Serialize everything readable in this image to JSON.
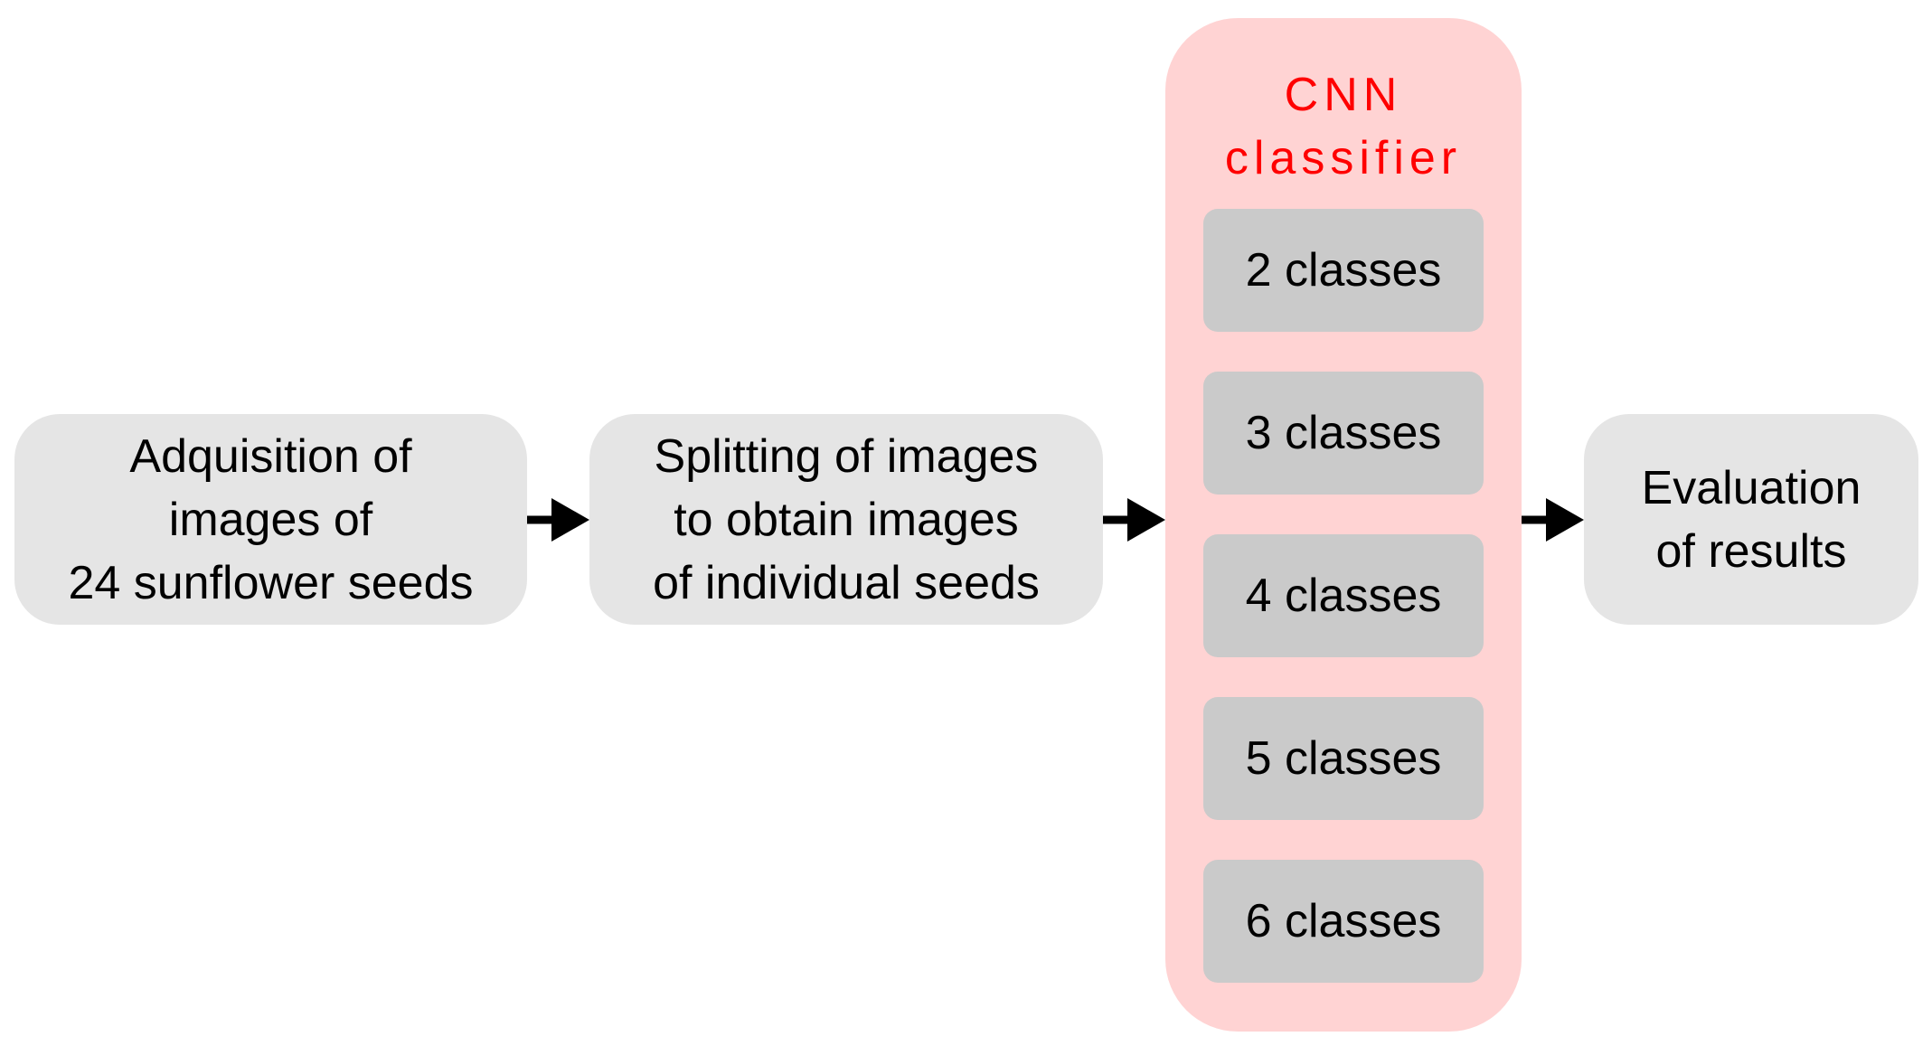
{
  "steps": {
    "acquisition": {
      "lines": [
        "Adquisition of",
        "images of",
        "24 sunflower seeds"
      ]
    },
    "splitting": {
      "lines": [
        "Splitting of images",
        "to obtain images",
        "of individual seeds"
      ]
    },
    "evaluation": {
      "lines": [
        "Evaluation",
        "of results"
      ]
    }
  },
  "cnn": {
    "title_lines": [
      "CNN",
      "classifier"
    ],
    "options": [
      "2 classes",
      "3 classes",
      "4 classes",
      "5 classes",
      "6 classes"
    ]
  },
  "colors": {
    "step_box": "#e5e5e5",
    "cnn_panel": "#ffd3d3",
    "cnn_title": "#ff0000",
    "class_box": "#cacaca",
    "arrow": "#000000"
  }
}
